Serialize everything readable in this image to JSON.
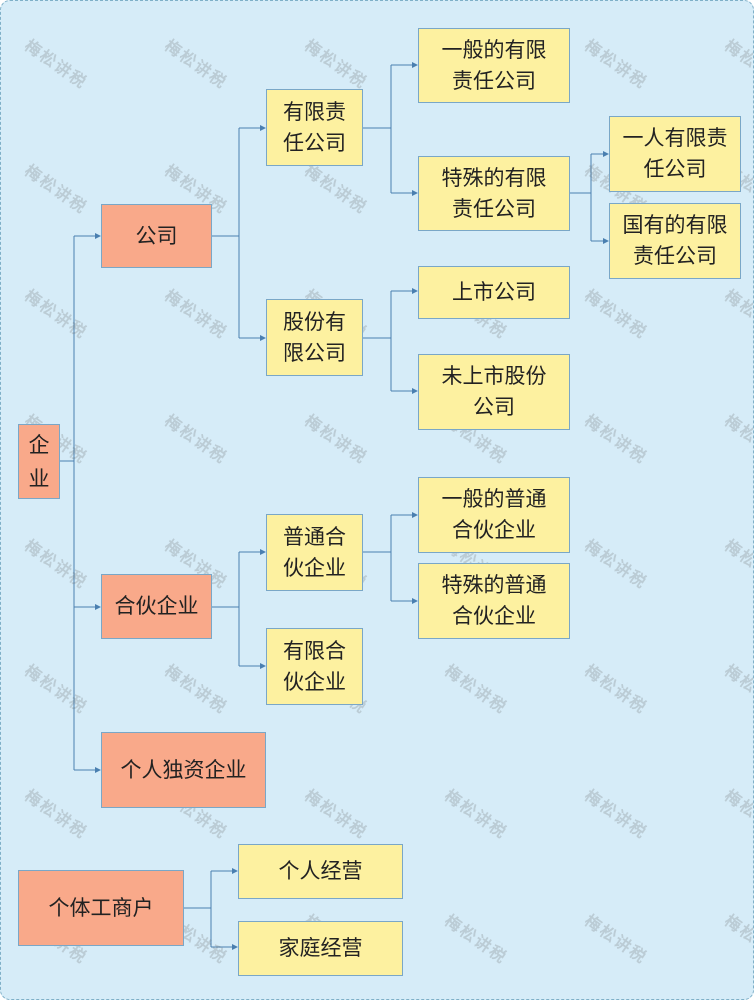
{
  "watermark": "梅松讲税",
  "nodes": {
    "enterprise": "企业",
    "company": "公司",
    "llc": "有限责任公司",
    "general_llc": "一般的有限责任公司",
    "special_llc": "特殊的有限责任公司",
    "single_person_llc": "一人有限责任公司",
    "state_owned_llc": "国有的有限责任公司",
    "joint_stock": "股份有限公司",
    "listed": "上市公司",
    "unlisted_joint_stock": "未上市股份公司",
    "partnership": "合伙企业",
    "general_partnership": "普通合伙企业",
    "ordinary_general_partnership": "一般的普通合伙企业",
    "special_general_partnership": "特殊的普通合伙企业",
    "limited_partnership": "有限合伙企业",
    "sole_proprietorship": "个人独资企业",
    "individual_business": "个体工商户",
    "individual_operation": "个人经营",
    "family_operation": "家庭经营"
  },
  "colors": {
    "background": "#d6ecf8",
    "category_fill": "#f9a98a",
    "leaf_fill": "#fdf1a0",
    "connector": "#4a7fb0"
  }
}
